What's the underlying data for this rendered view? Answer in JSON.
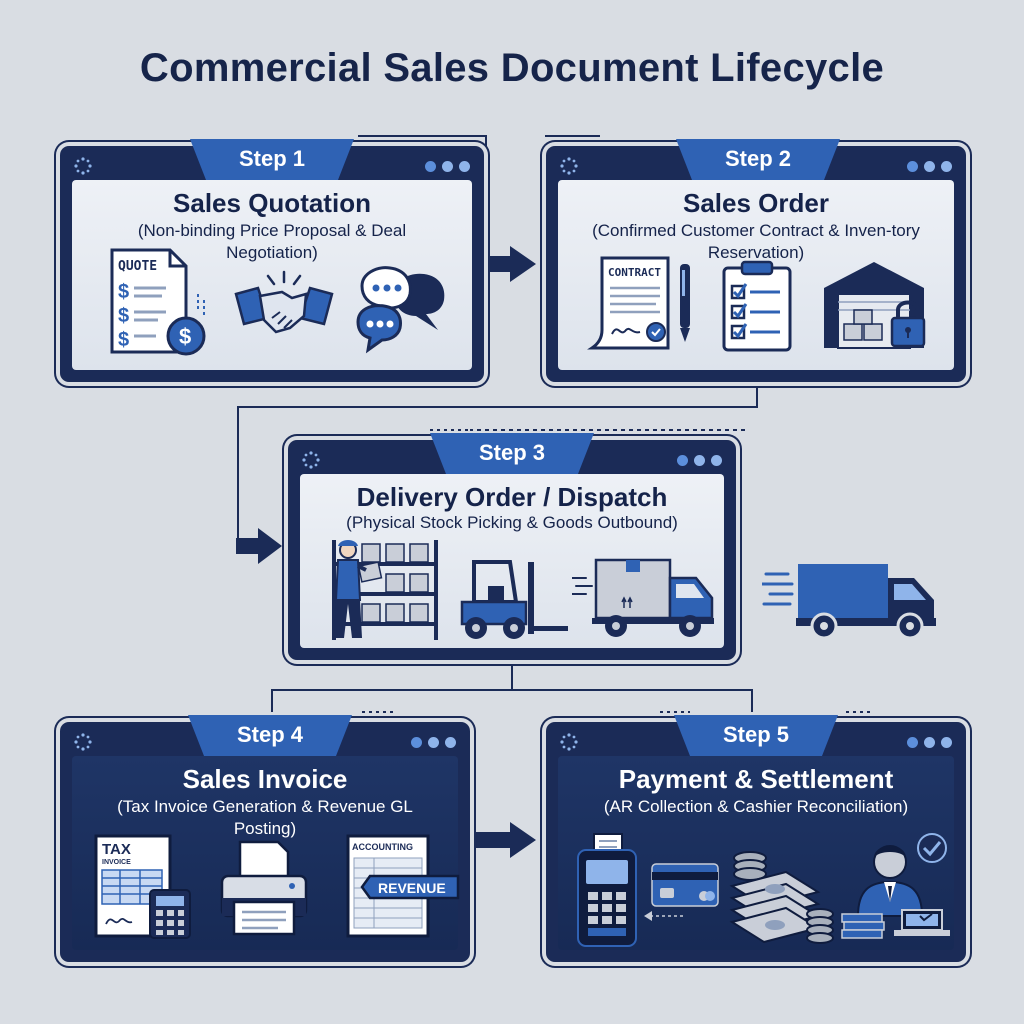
{
  "title": "Commercial Sales Document Lifecycle",
  "steps": [
    {
      "step": "Step 1",
      "heading": "Sales Quotation",
      "subtitle": "(Non-binding Price Proposal & Deal Negotiation)",
      "doc_label": "QUOTE",
      "icons": [
        "quote-document-icon",
        "handshake-icon",
        "chat-bubbles-icon"
      ]
    },
    {
      "step": "Step 2",
      "heading": "Sales Order",
      "subtitle": "(Confirmed Customer Contract & Inven-tory Reservation)",
      "doc_label": "CONTRACT",
      "icons": [
        "contract-document-icon",
        "clipboard-checklist-icon",
        "locked-warehouse-icon"
      ]
    },
    {
      "step": "Step 3",
      "heading": "Delivery Order / Dispatch",
      "subtitle": "(Physical Stock Picking & Goods Outbound)",
      "icons": [
        "warehouse-worker-icon",
        "forklift-icon",
        "delivery-truck-icon"
      ]
    },
    {
      "step": "Step 4",
      "heading": "Sales Invoice",
      "subtitle": "(Tax Invoice Generation & Revenue GL Posting)",
      "doc_label": "TAX",
      "doc_sublabel": "INVOICE",
      "ledger_label": "ACCOUNTING",
      "ledger_tag": "REVENUE",
      "icons": [
        "tax-invoice-icon",
        "printer-icon",
        "accounting-ledger-icon"
      ]
    },
    {
      "step": "Step 5",
      "heading": "Payment & Settlement",
      "subtitle": "(AR Collection & Cashier Reconciliation)",
      "icons": [
        "pos-terminal-icon",
        "credit-card-icon",
        "cash-stack-icon",
        "cashier-icon"
      ]
    }
  ],
  "colors": {
    "background": "#d9dde3",
    "navy": "#1b2b57",
    "accent": "#2f62b4",
    "text": "#15234a"
  }
}
